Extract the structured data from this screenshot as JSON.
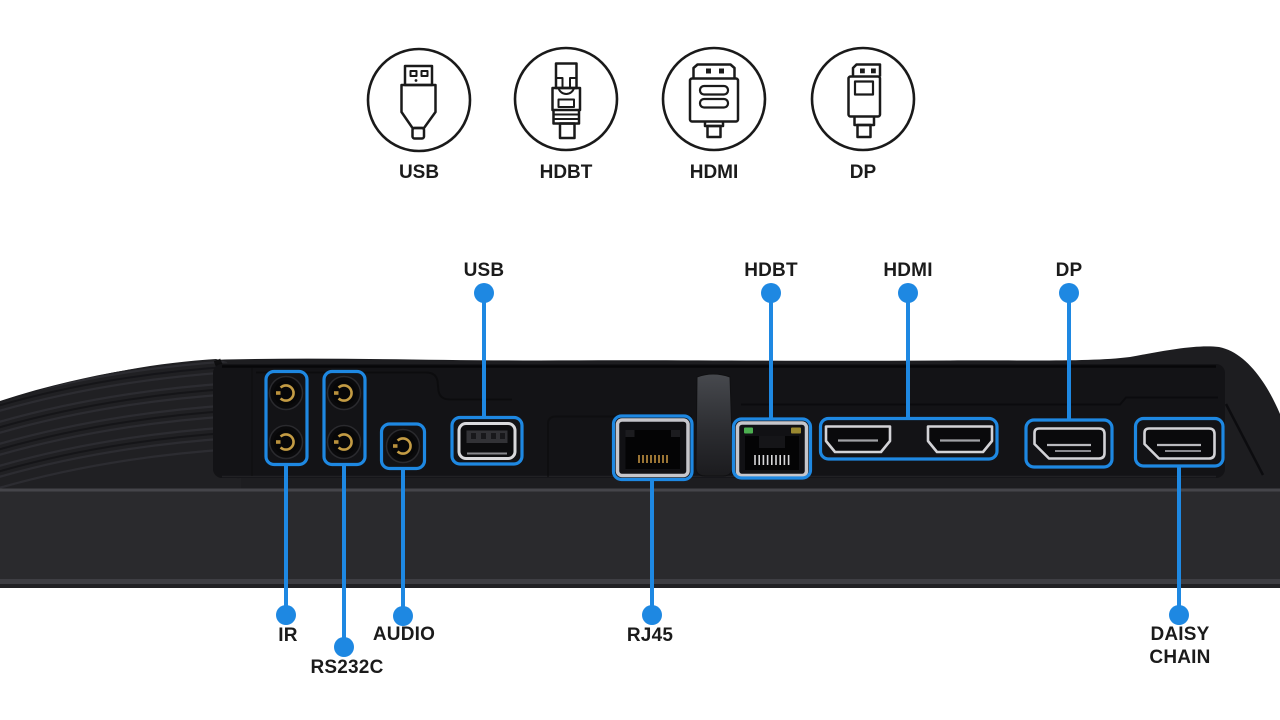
{
  "colors": {
    "accent_blue": "#1e88e2",
    "panel_dark": "#1d1d20",
    "recess_dark": "#131316",
    "band_gray": "#2a2a2d",
    "text_dark": "#1b1b1b",
    "jack_gold": "#c49c44",
    "led_green": "#4caf50",
    "led_amber": "#9a8830"
  },
  "legend": {
    "items": [
      {
        "id": "usb",
        "label": "USB"
      },
      {
        "id": "hdbt",
        "label": "HDBT"
      },
      {
        "id": "hdmi",
        "label": "HDMI"
      },
      {
        "id": "dp",
        "label": "DP"
      }
    ]
  },
  "callouts": {
    "top": [
      {
        "id": "usb",
        "label": "USB"
      },
      {
        "id": "hdbt",
        "label": "HDBT"
      },
      {
        "id": "hdmi",
        "label": "HDMI"
      },
      {
        "id": "dp",
        "label": "DP"
      }
    ],
    "bottom": [
      {
        "id": "ir",
        "label": "IR"
      },
      {
        "id": "rs232c",
        "label": "RS232C"
      },
      {
        "id": "audio",
        "label": "AUDIO"
      },
      {
        "id": "rj45",
        "label": "RJ45"
      },
      {
        "id": "daisy-chain",
        "label": "DAISY CHAIN"
      }
    ]
  },
  "ports": [
    {
      "id": "ir",
      "label": "IR",
      "connector": "3.5mm jack x2"
    },
    {
      "id": "rs232c",
      "label": "RS232C",
      "connector": "3.5mm jack x2"
    },
    {
      "id": "audio",
      "label": "AUDIO",
      "connector": "3.5mm jack"
    },
    {
      "id": "usb",
      "label": "USB",
      "connector": "USB-A"
    },
    {
      "id": "rj45",
      "label": "RJ45",
      "connector": "ethernet"
    },
    {
      "id": "hdbt",
      "label": "HDBT",
      "connector": "ethernet with LEDs"
    },
    {
      "id": "hdmi",
      "label": "HDMI",
      "connector": "HDMI x2"
    },
    {
      "id": "dp",
      "label": "DP",
      "connector": "DisplayPort"
    },
    {
      "id": "daisy-chain",
      "label": "DAISY CHAIN",
      "connector": "DisplayPort out"
    }
  ]
}
